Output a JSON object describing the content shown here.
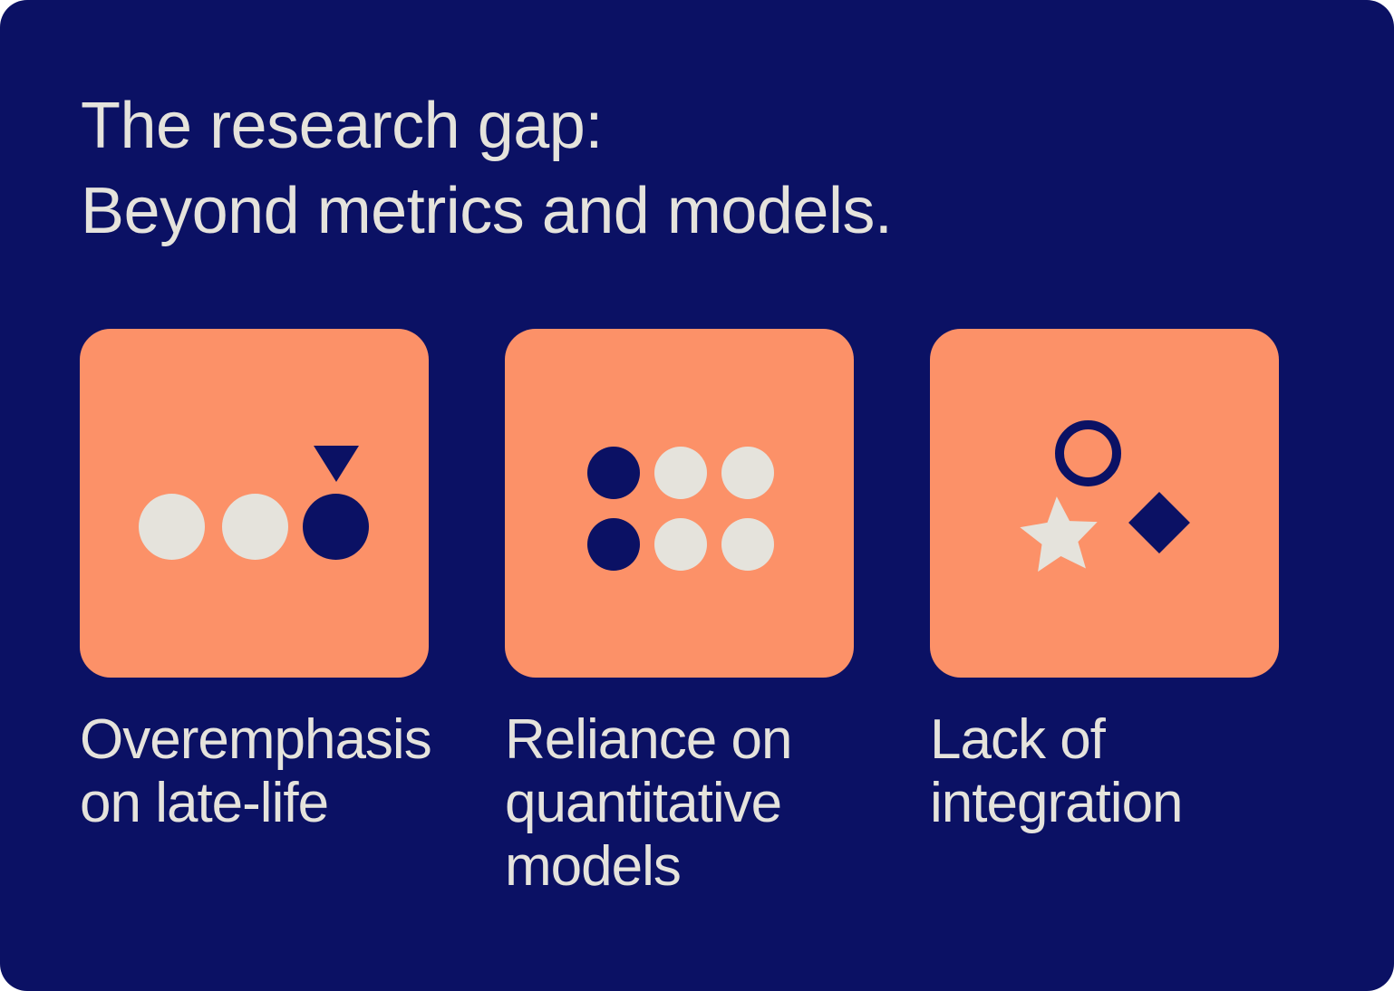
{
  "page": {
    "title": "The research gap:\nBeyond metrics and models."
  },
  "colors": {
    "background_navy": "#0b1164",
    "card_orange": "#fc9168",
    "off_white": "#e5e3dc"
  },
  "cards": [
    {
      "label": "Overemphasis\non late-life",
      "icon": "three-dots-row-with-triangle-marker"
    },
    {
      "label": "Reliance on\nquantitative\nmodels",
      "icon": "two-by-three-dot-grid"
    },
    {
      "label": "Lack of\nintegration",
      "icon": "outline-circle-star-diamond"
    }
  ]
}
